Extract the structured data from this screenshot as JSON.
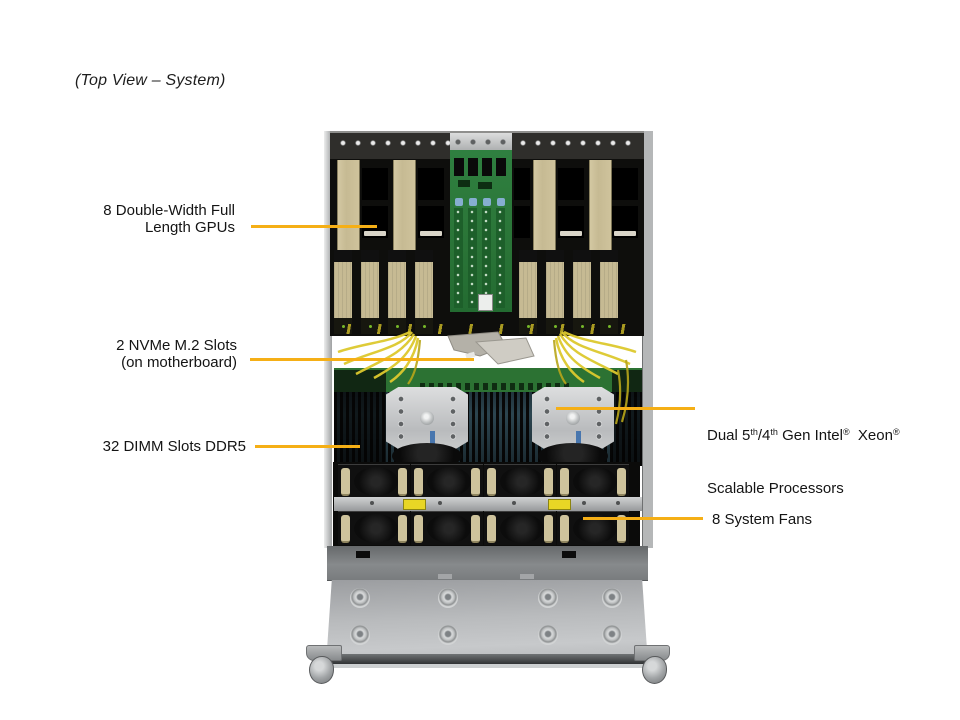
{
  "title": "(Top View – System)",
  "colors": {
    "callout_line": "#F5AF16",
    "gpu_card_tan": "#C6BA93",
    "pcb_green": "#2C7233",
    "heatsink_silver": "#C9CBCD",
    "chassis_silver": "#B5B7B9",
    "fan_clip_tan": "#CEC39C",
    "cable_yellow": "#DDC92E"
  },
  "callouts": {
    "gpu": {
      "line1": "8 Double-Width Full",
      "line2": "Length GPUs"
    },
    "nvme": {
      "line1": "2 NVMe M.2 Slots",
      "line2": "(on motherboard)"
    },
    "dimm": {
      "line1": "32 DIMM Slots DDR5"
    },
    "cpu": {
      "parts": [
        "Dual 5",
        "th",
        "/4",
        "th",
        " Gen Intel",
        "®",
        "  Xeon",
        "®"
      ],
      "line2": "Scalable Processors"
    },
    "fans": {
      "line1": "8 System Fans"
    }
  }
}
